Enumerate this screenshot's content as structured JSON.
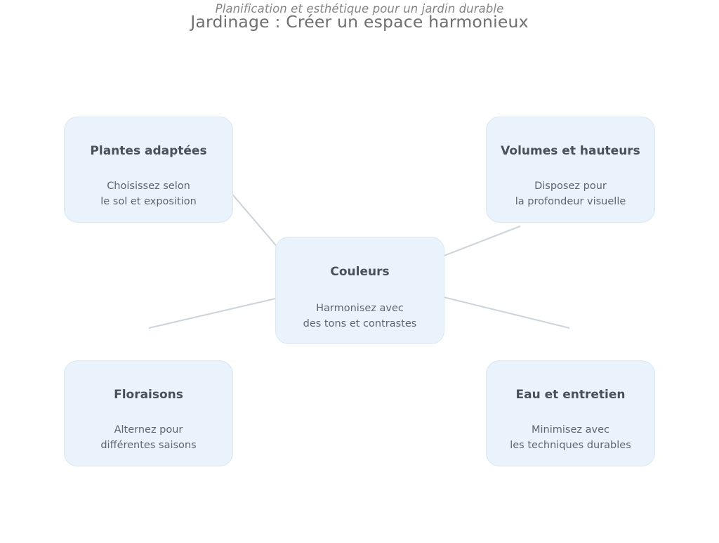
{
  "header": {
    "subtitle": "Planification et esthétique pour un jardin durable",
    "title": "Jardinage : Créer un espace harmonieux"
  },
  "theme": {
    "background": "#ffffff",
    "node_fill": "#eaf3fc",
    "node_border": "#dbe7f2",
    "node_title_color": "#4a5058",
    "node_desc_color": "#5b6671",
    "arrow_color": "#cdd4da",
    "title_color": "#6f6f6f",
    "subtitle_color": "#858585"
  },
  "diagram": {
    "type": "hub-and-spoke",
    "center": {
      "id": "couleurs",
      "title": "Couleurs",
      "desc": "Harmonisez avec\ndes tons et contrastes"
    },
    "nodes": [
      {
        "id": "plantes",
        "title": "Plantes adaptées",
        "desc": "Choisissez selon\nle sol et exposition",
        "position": "top-left"
      },
      {
        "id": "volumes",
        "title": "Volumes et hauteurs",
        "desc": "Disposez pour\nla profondeur visuelle",
        "position": "top-right"
      },
      {
        "id": "floraisons",
        "title": "Floraisons",
        "desc": "Alternez pour\ndifférentes saisons",
        "position": "bottom-left"
      },
      {
        "id": "eau",
        "title": "Eau et entretien",
        "desc": "Minimisez avec\nles techniques durables",
        "position": "bottom-right"
      }
    ],
    "connectors": [
      {
        "id": "plantes-to-couleurs",
        "from": "plantes",
        "to": "couleurs",
        "direction": "to-center"
      },
      {
        "id": "volumes-to-couleurs",
        "from": "volumes",
        "to": "couleurs",
        "direction": "to-center"
      },
      {
        "id": "floraisons-to-couleurs",
        "from": "floraisons",
        "to": "couleurs",
        "direction": "to-center"
      },
      {
        "id": "eau-to-couleurs",
        "from": "eau",
        "to": "couleurs",
        "direction": "to-center"
      }
    ]
  }
}
